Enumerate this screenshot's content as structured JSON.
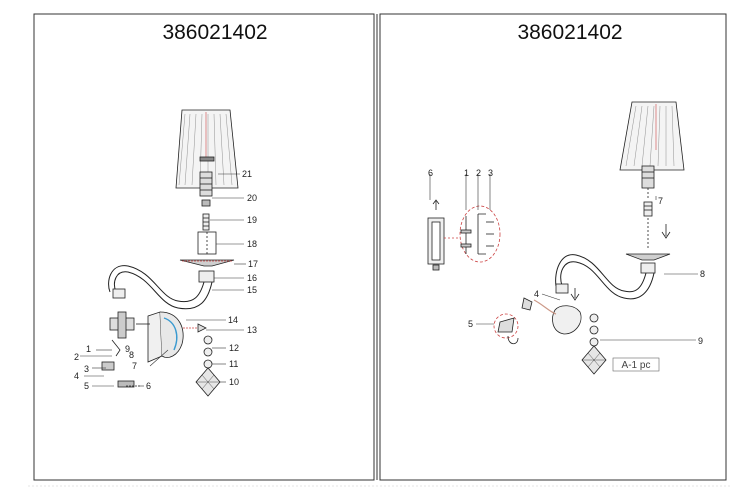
{
  "sheets": [
    {
      "code": "386021402"
    },
    {
      "code": "386021402"
    }
  ],
  "left_callouts": [
    "1",
    "2",
    "3",
    "4",
    "5",
    "6",
    "7",
    "8",
    "9",
    "10",
    "11",
    "12",
    "13",
    "14",
    "15",
    "16",
    "17",
    "18",
    "19",
    "20",
    "21"
  ],
  "right_callouts": [
    "1",
    "2",
    "3",
    "4",
    "5",
    "6",
    "7",
    "8",
    "9"
  ],
  "qty_label": "A-1 pc"
}
